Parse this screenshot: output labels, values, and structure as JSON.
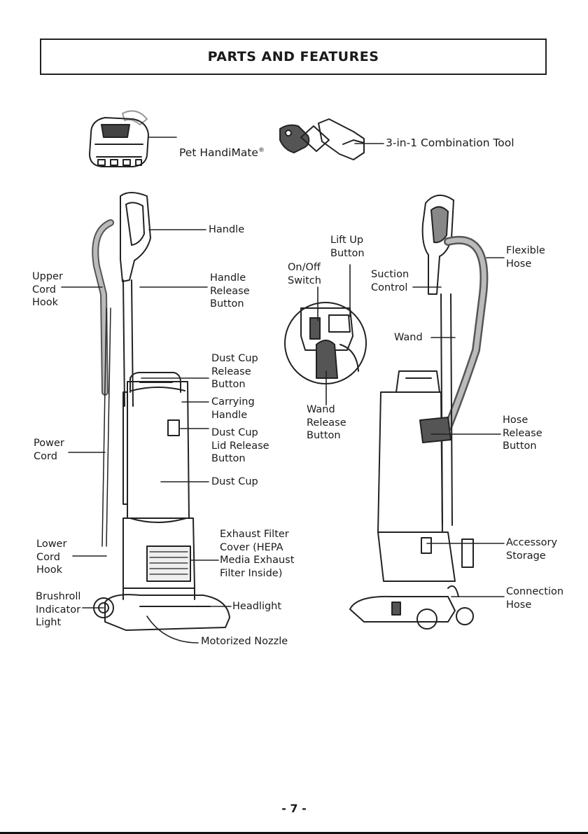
{
  "page_title": "PARTS AND FEATURES",
  "page_number": "- 7 -",
  "labels": {
    "pet_handimate": "Pet HandiMate",
    "registered_mark": "®",
    "combination_tool": "3-in-1 Combination Tool",
    "handle": "Handle",
    "upper_cord_hook": "Upper\nCord\nHook",
    "handle_release_button": "Handle\nRelease\nButton",
    "dust_cup_release_button": "Dust Cup\nRelease\nButton",
    "carrying_handle": "Carrying\nHandle",
    "dust_cup_lid_release_button": "Dust Cup\nLid Release\nButton",
    "power_cord": "Power\nCord",
    "dust_cup": "Dust Cup",
    "exhaust_filter_cover": "Exhaust Filter\nCover (HEPA\nMedia Exhaust\nFilter Inside)",
    "lower_cord_hook": "Lower\nCord\nHook",
    "brushroll_indicator_light": "Brushroll\nIndicator\nLight",
    "headlight": "Headlight",
    "motorized_nozzle": "Motorized Nozzle",
    "lift_up_button": "Lift Up\nButton",
    "on_off_switch": "On/Off\nSwitch",
    "wand_release_button": "Wand\nRelease\nButton",
    "suction_control": "Suction\nControl",
    "flexible_hose": "Flexible\nHose",
    "wand": "Wand",
    "hose_release_button": "Hose\nRelease\nButton",
    "accessory_storage": "Accessory\nStorage",
    "connection_hose": "Connection\nHose"
  }
}
